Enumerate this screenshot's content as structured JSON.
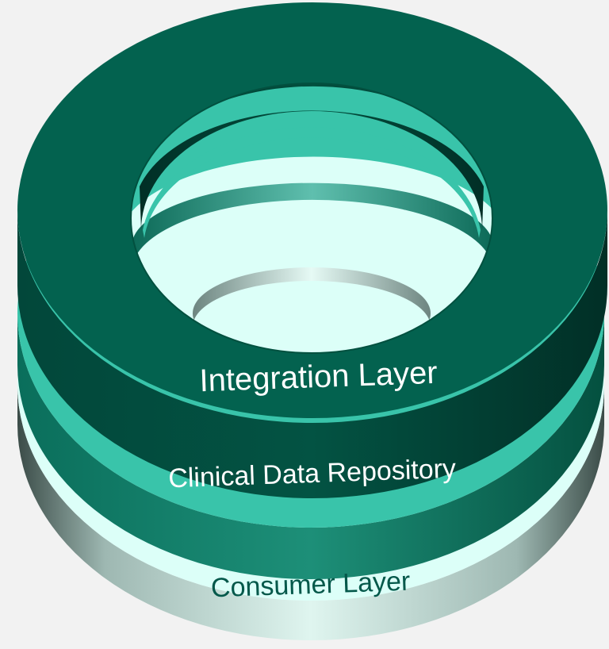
{
  "diagram": {
    "rings": [
      {
        "id": "integration",
        "label": "Integration Layer",
        "top_color": "#03624f",
        "side_color": "#024a3c",
        "text_color": "#ffffff"
      },
      {
        "id": "repository",
        "label": "Clinical Data Repository",
        "top_color": "#39c4aa",
        "side_color": "#03624f",
        "text_color": "#ffffff"
      },
      {
        "id": "consumer",
        "label": "Consumer Layer",
        "top_color": "#dcfff8",
        "side_color": "#7f9a94",
        "text_color": "#03584a"
      }
    ],
    "background": "#f2f2f2"
  }
}
